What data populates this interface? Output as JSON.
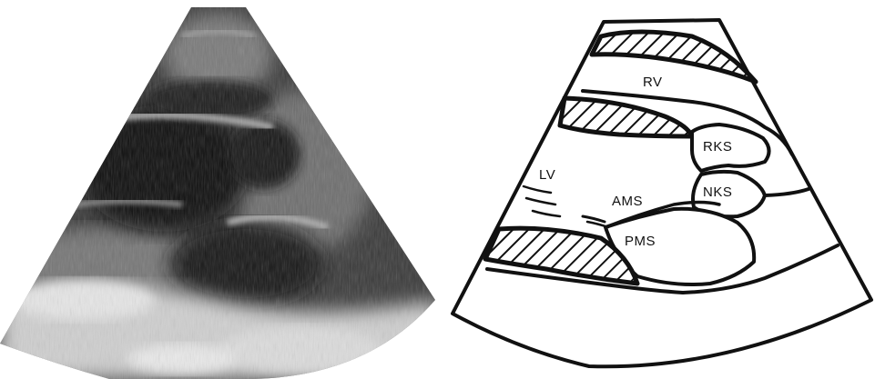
{
  "colors": {
    "background": "#ffffff",
    "ink": "#111111",
    "ultrasound_dark": "#0e0e0e",
    "ultrasound_light": "#d9d9d9"
  },
  "ultrasound_panel": {
    "kind": "echocardiogram image (sector scan)"
  },
  "schematic_panel": {
    "labels": {
      "rv": "RV",
      "rks": "RKS",
      "lv": "LV",
      "nks": "NKS",
      "ams": "AMS",
      "pms": "PMS"
    }
  }
}
